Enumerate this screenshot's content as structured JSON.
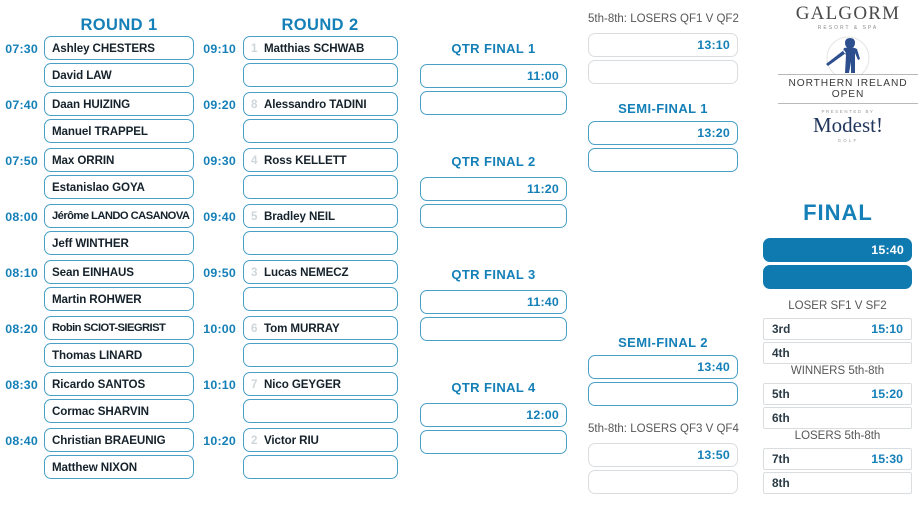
{
  "logo": {
    "brand": "GALGORM",
    "brand_sub": "RESORT & SPA",
    "event": "NORTHERN IRELAND OPEN",
    "presented_by": "PRESENTED BY",
    "sponsor": "Modest!",
    "sponsor_sub": "GOLF",
    "golfer_icon": "golfer-silhouette-icon"
  },
  "columns": {
    "round1": "ROUND 1",
    "round2": "ROUND 2",
    "final": "FINAL"
  },
  "round1": {
    "matches": [
      {
        "time": "07:30",
        "p1": "Ashley CHESTERS",
        "p2": "David LAW"
      },
      {
        "time": "07:40",
        "p1": "Daan HUIZING",
        "p2": "Manuel TRAPPEL"
      },
      {
        "time": "07:50",
        "p1": "Max ORRIN",
        "p2": "Estanislao GOYA"
      },
      {
        "time": "08:00",
        "p1": "Jérôme LANDO CASANOVA",
        "p2": "Jeff WINTHER"
      },
      {
        "time": "08:10",
        "p1": "Sean EINHAUS",
        "p2": "Martin ROHWER"
      },
      {
        "time": "08:20",
        "p1": "Robin SCIOT-SIEGRIST",
        "p2": "Thomas LINARD"
      },
      {
        "time": "08:30",
        "p1": "Ricardo SANTOS",
        "p2": "Cormac SHARVIN"
      },
      {
        "time": "08:40",
        "p1": "Christian BRAEUNIG",
        "p2": "Matthew NIXON"
      }
    ]
  },
  "round2": {
    "matches": [
      {
        "time": "09:10",
        "seed": "1",
        "p1": "Matthias SCHWAB",
        "p2": ""
      },
      {
        "time": "09:20",
        "seed": "8",
        "p1": "Alessandro TADINI",
        "p2": ""
      },
      {
        "time": "09:30",
        "seed": "4",
        "p1": "Ross KELLETT",
        "p2": ""
      },
      {
        "time": "09:40",
        "seed": "5",
        "p1": "Bradley NEIL",
        "p2": ""
      },
      {
        "time": "09:50",
        "seed": "3",
        "p1": "Lucas NEMECZ",
        "p2": ""
      },
      {
        "time": "10:00",
        "seed": "6",
        "p1": "Tom  MURRAY",
        "p2": ""
      },
      {
        "time": "10:10",
        "seed": "7",
        "p1": "Nico GEYGER",
        "p2": ""
      },
      {
        "time": "10:20",
        "seed": "2",
        "p1": "Victor RIU",
        "p2": ""
      }
    ]
  },
  "quarter_finals": [
    {
      "title": "QTR FINAL 1",
      "time": "11:00"
    },
    {
      "title": "QTR FINAL 2",
      "time": "11:20"
    },
    {
      "title": "QTR FINAL 3",
      "time": "11:40"
    },
    {
      "title": "QTR FINAL 4",
      "time": "12:00"
    }
  ],
  "semis_column": [
    {
      "title": "5th-8th: LOSERS QF1 V QF2",
      "time": "13:10",
      "style": "grey"
    },
    {
      "title": "SEMI-FINAL 1",
      "time": "13:20",
      "style": "blue"
    },
    {
      "title": "SEMI-FINAL 2",
      "time": "13:40",
      "style": "blue"
    },
    {
      "title": "5th-8th: LOSERS QF3 V QF4",
      "time": "13:50",
      "style": "grey"
    }
  ],
  "final": {
    "title": "FINAL",
    "time": "15:40"
  },
  "placements": [
    {
      "heading": "LOSER SF1 V SF2",
      "rows": [
        {
          "place": "3rd",
          "time": "15:10"
        },
        {
          "place": "4th",
          "time": ""
        }
      ]
    },
    {
      "heading": "WINNERS 5th-8th",
      "rows": [
        {
          "place": "5th",
          "time": "15:20"
        },
        {
          "place": "6th",
          "time": ""
        }
      ]
    },
    {
      "heading": "LOSERS 5th-8th",
      "rows": [
        {
          "place": "7th",
          "time": "15:30"
        },
        {
          "place": "8th",
          "time": ""
        }
      ]
    }
  ]
}
